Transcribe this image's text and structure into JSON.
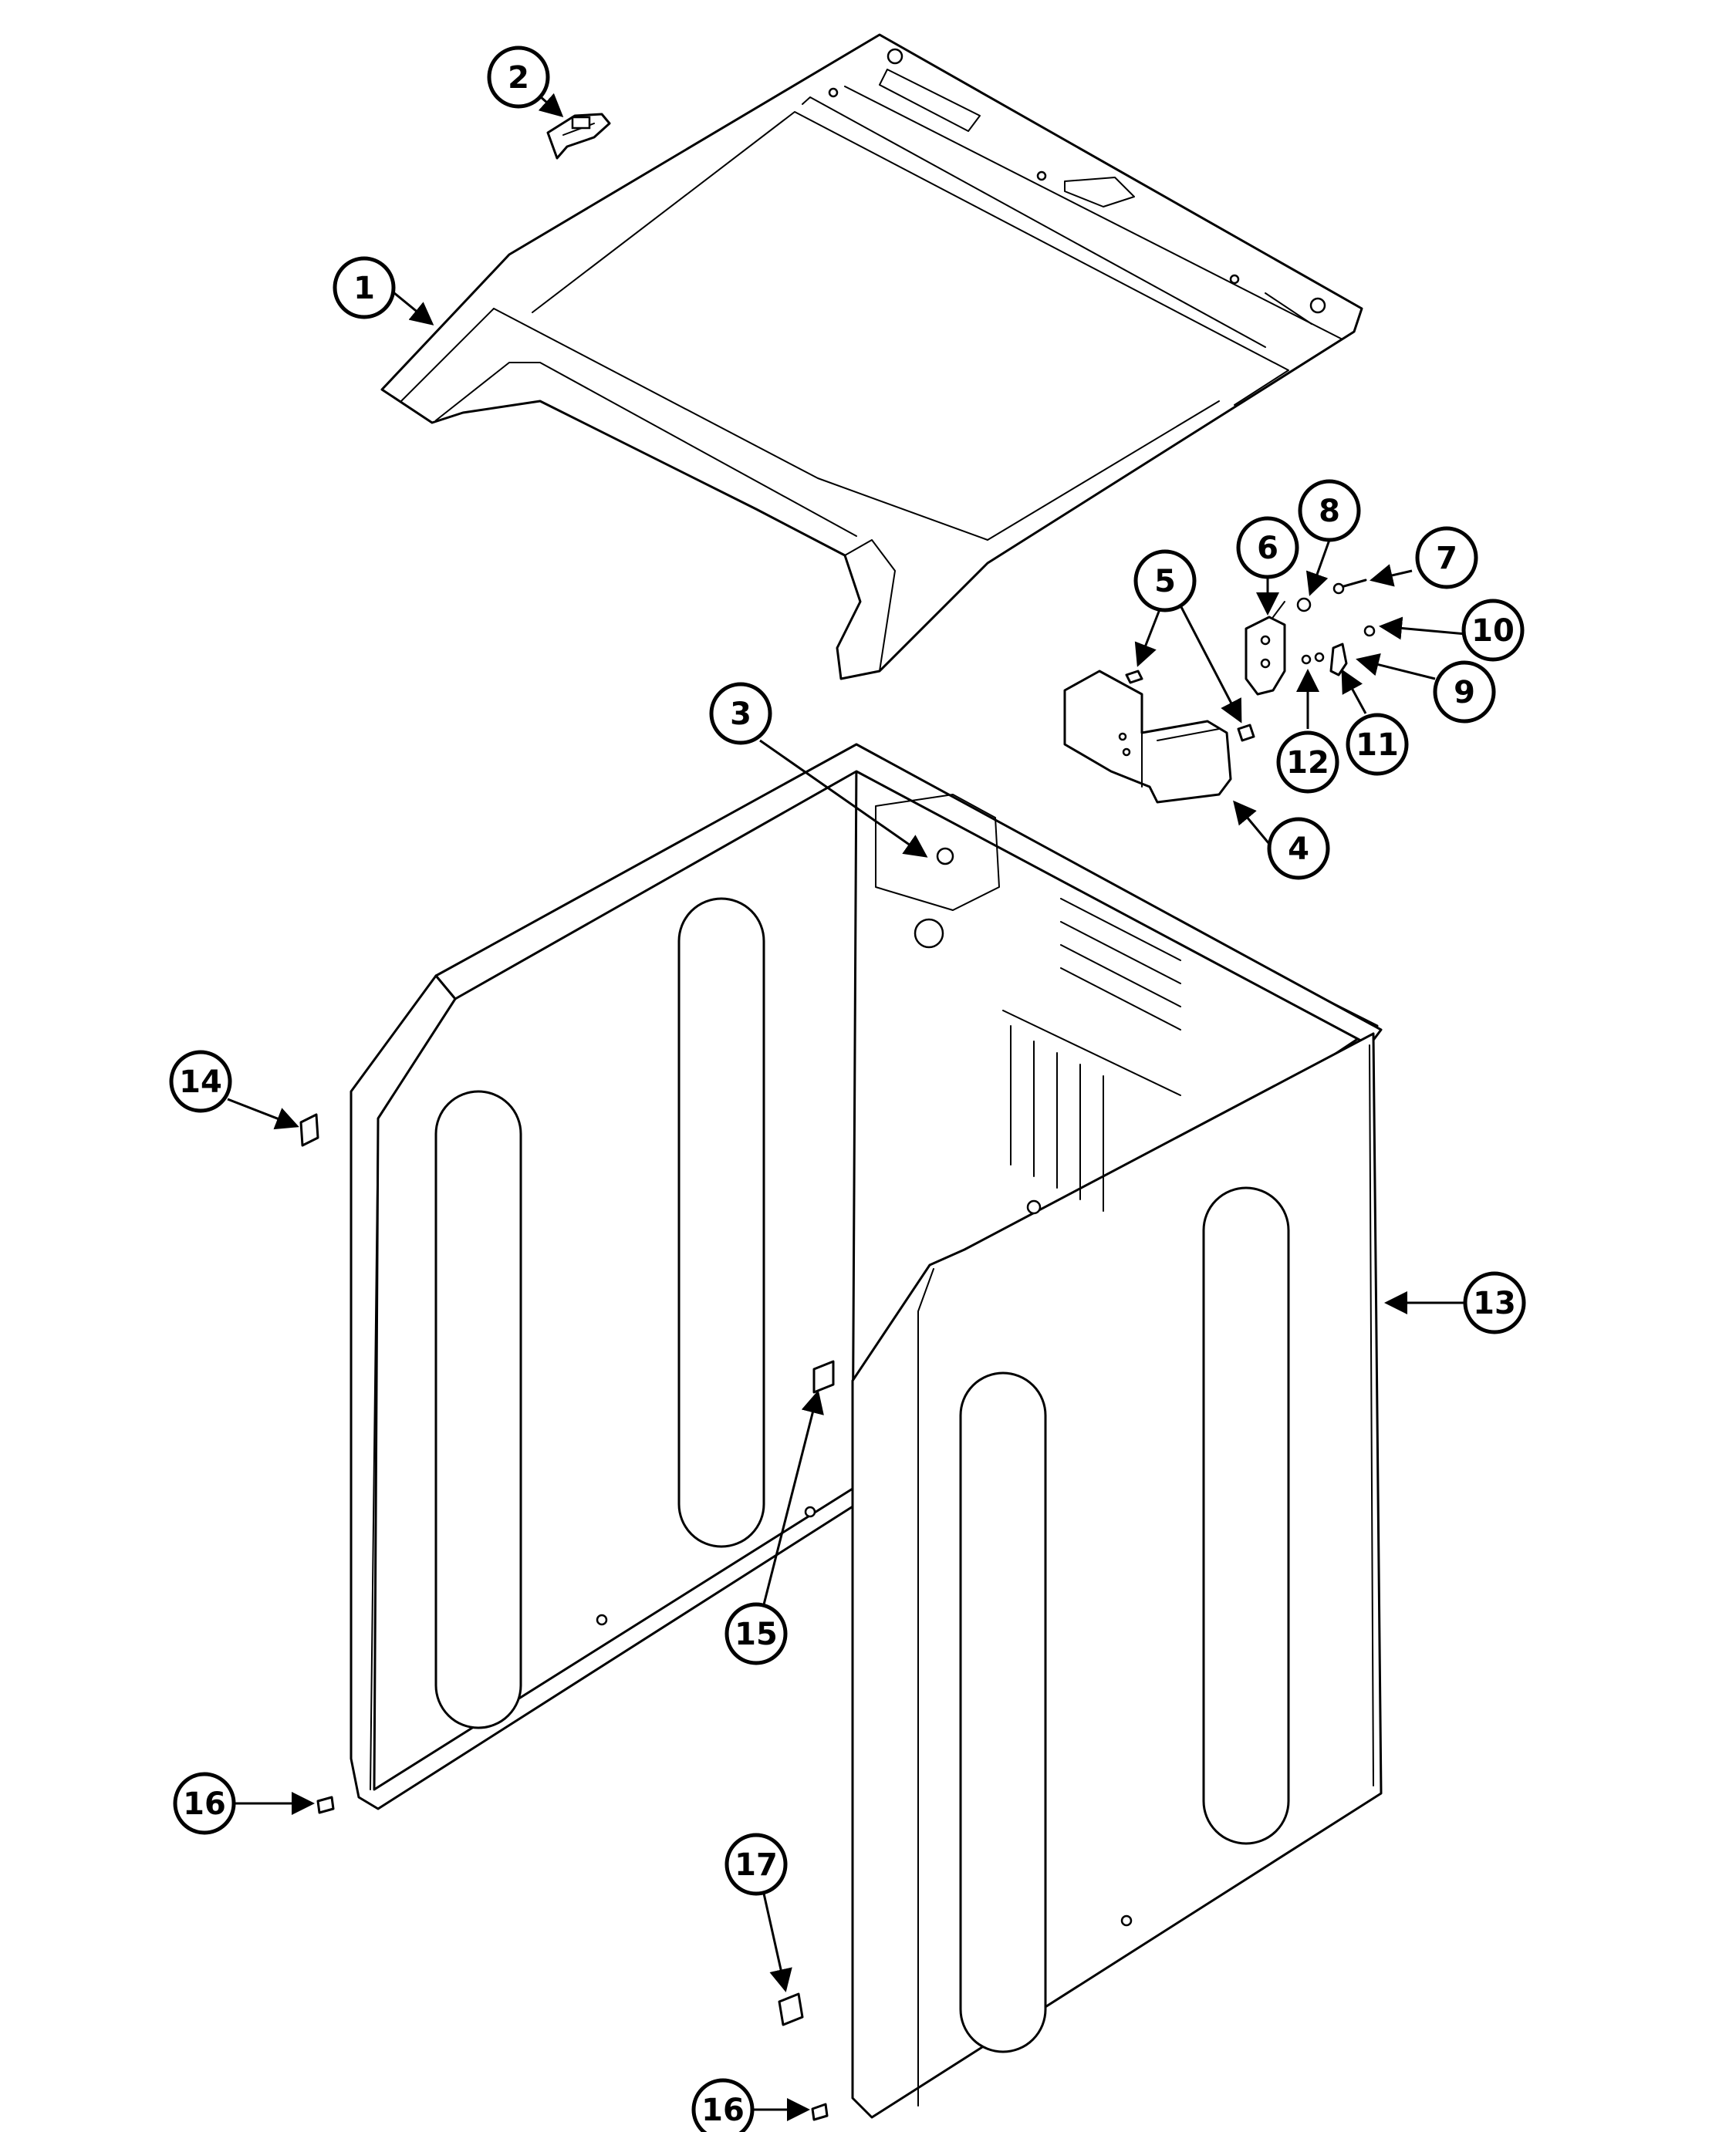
{
  "callouts": [
    {
      "label": "1"
    },
    {
      "label": "2"
    },
    {
      "label": "3"
    },
    {
      "label": "4"
    },
    {
      "label": "5"
    },
    {
      "label": "6"
    },
    {
      "label": "7"
    },
    {
      "label": "8"
    },
    {
      "label": "9"
    },
    {
      "label": "10"
    },
    {
      "label": "11"
    },
    {
      "label": "12"
    },
    {
      "label": "13"
    },
    {
      "label": "14"
    },
    {
      "label": "15"
    },
    {
      "label": "16"
    },
    {
      "label": "16"
    },
    {
      "label": "17"
    }
  ]
}
